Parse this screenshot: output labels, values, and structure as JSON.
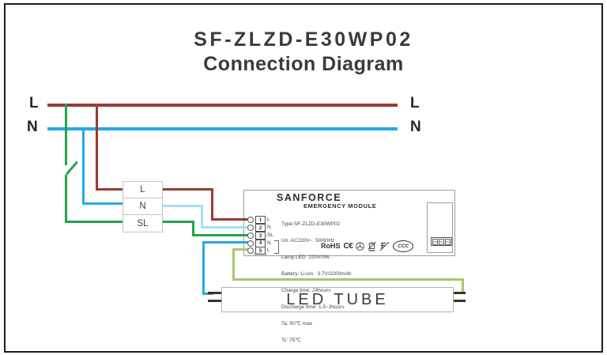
{
  "title": {
    "model": "SF-ZLZD-E30WP02",
    "subtitle": "Connection Diagram"
  },
  "mains": {
    "l": "L",
    "n": "N"
  },
  "junction_box": {
    "rows": [
      "L",
      "N",
      "SL"
    ]
  },
  "module": {
    "brand": "SANFORCE",
    "brand_subtitle": "EMERGENCY  MODULE",
    "terminals": [
      {
        "num": "1",
        "label": "L"
      },
      {
        "num": "2",
        "label": "N"
      },
      {
        "num": "3",
        "label": "SL"
      },
      {
        "num": "4",
        "label": "N"
      },
      {
        "num": "5",
        "label": "L"
      }
    ],
    "terminal_group_caption": "Driver",
    "specs": [
      "Type:SF-ZLZD-E30WP02",
      "Un: AC220V~  50/60Hz",
      "Lamp:LED  220V/3W",
      "Battery: Li-ion   3.7V/2200mAh",
      "Charge time: 24hours",
      "Discharge time: 1.5~3hours",
      "Ta: 50℃ max",
      "Tc: 75℃"
    ],
    "certifications": {
      "rohs": "RoHS",
      "ce": "C€",
      "recycle_icon": "recycle-mark",
      "weee_icon": "weee-crossed-bin",
      "f_mark": "F-mark",
      "ccc": "CCC"
    }
  },
  "led_tube": {
    "label": "LED  TUBE"
  },
  "colors": {
    "live_brown": "#9a3c2e",
    "neutral_blue": "#29a7e3",
    "neutral_light": "#a6def7",
    "switched_green": "#1ea64e",
    "lamp_green": "#a6c76e",
    "pin_black": "#333333"
  }
}
